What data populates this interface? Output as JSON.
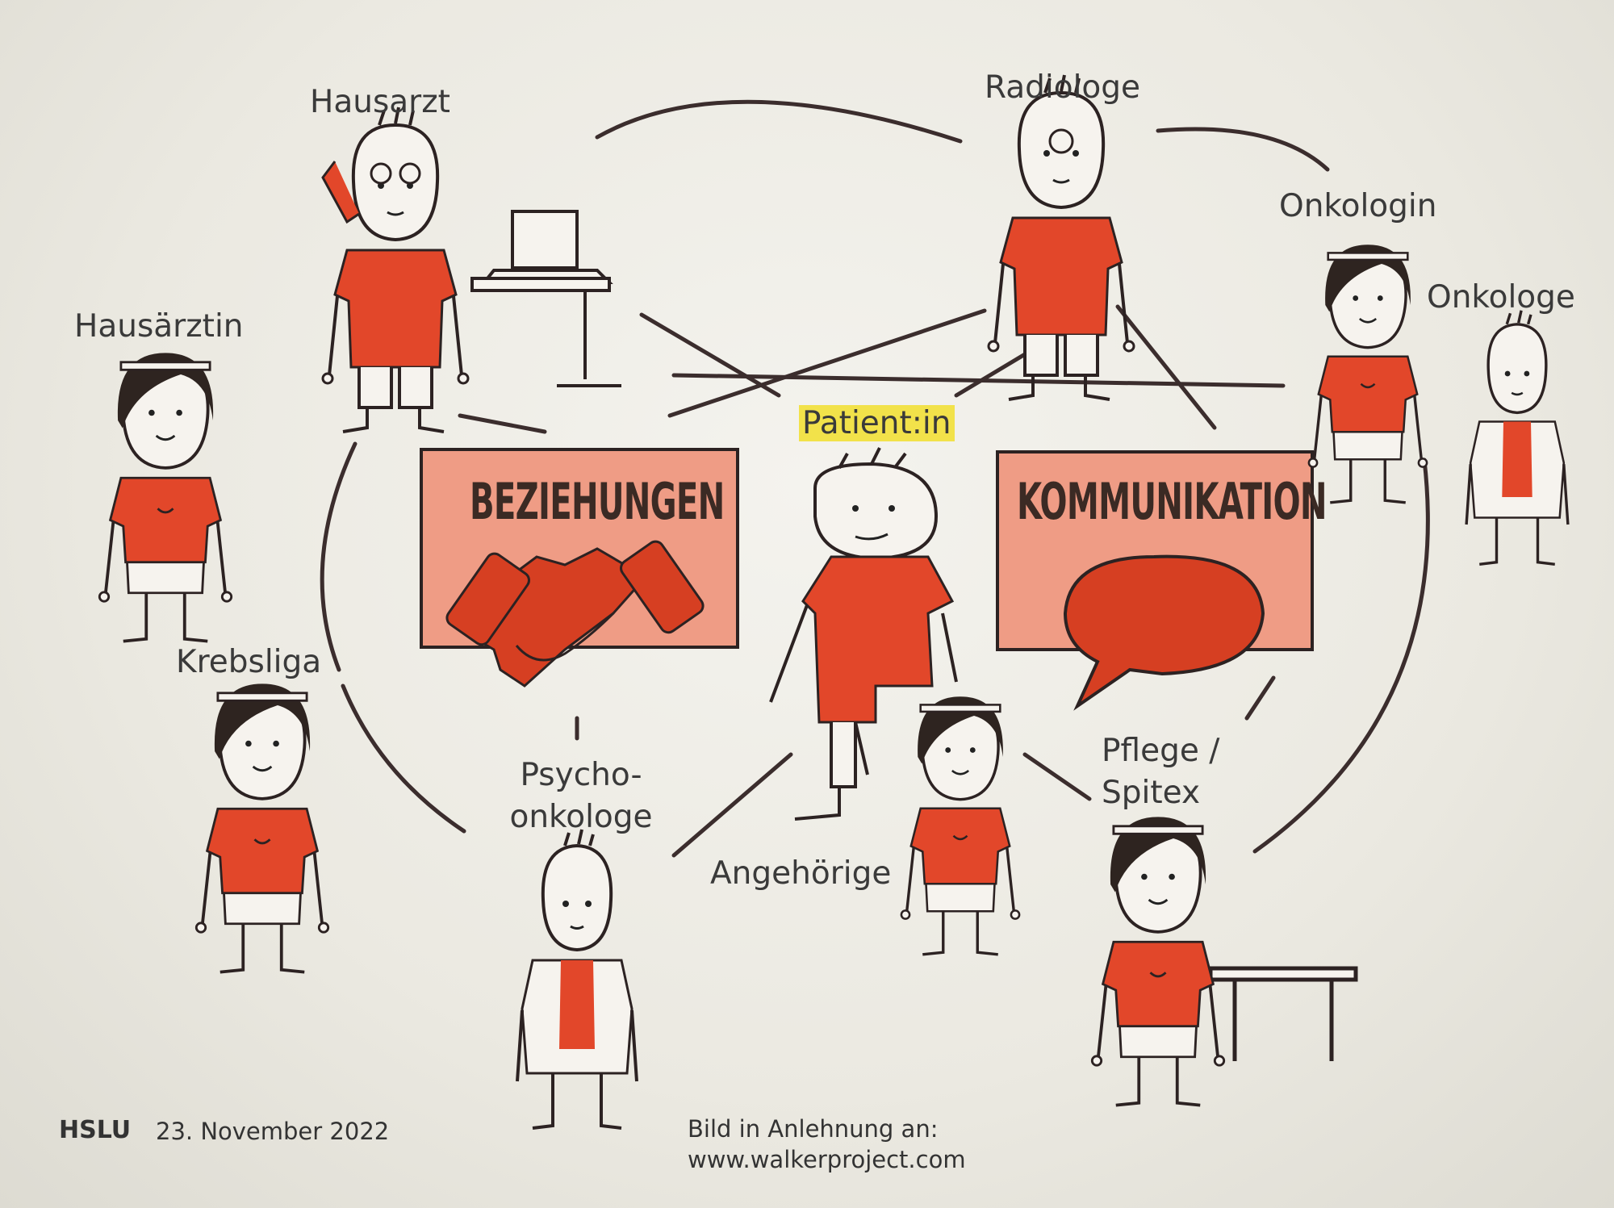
{
  "diagram": {
    "center_label": "Patient:in",
    "boxes": {
      "left": {
        "title": "BEZIEHUNGEN",
        "icon": "handshake-icon"
      },
      "right": {
        "title": "KOMMUNIKATION",
        "icon": "speech-bubble-icon"
      }
    },
    "people": {
      "hausarzt": "Hausarzt",
      "radiologe": "Radiologe",
      "onkologin": "Onkologin",
      "onkologe": "Onkologe",
      "hausaerztin": "Hausärztin",
      "krebsliga": "Krebsliga",
      "psycho_line1": "Psycho-",
      "psycho_line2": "onkologe",
      "angehoerige": "Angehörige",
      "pflege_line1": "Pflege /",
      "pflege_line2": "Spitex"
    },
    "colors": {
      "shirt": "#e2472a",
      "box": "#ef9c85",
      "highlight": "#f2e24a",
      "line": "#3b2d2d"
    }
  },
  "footer": {
    "logo": "HSLU",
    "date": "23. November 2022",
    "credit_line1": "Bild in Anlehnung an:",
    "credit_line2": "www.walkerproject.com"
  }
}
